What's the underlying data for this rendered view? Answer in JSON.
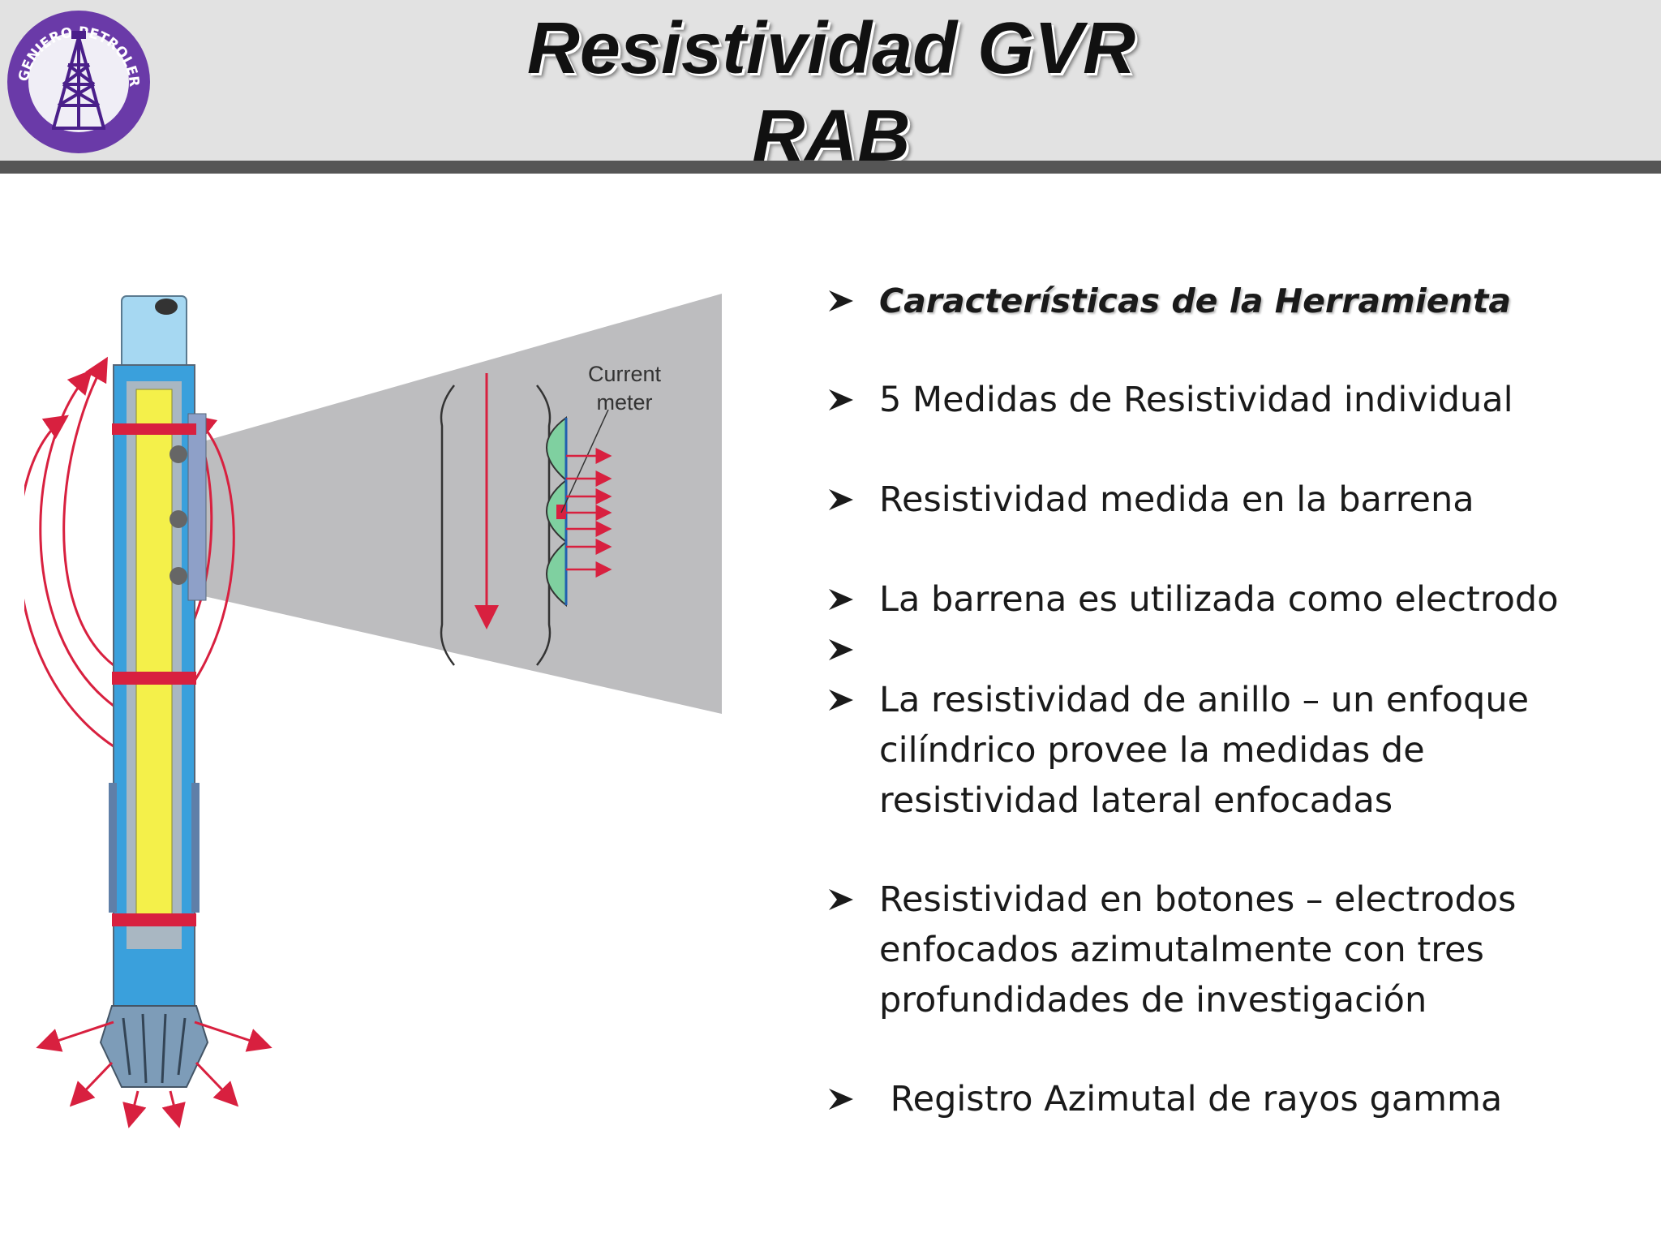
{
  "header": {
    "title_line1": "Resistividad GVR",
    "title_line2": "RAB",
    "logo_text": "INGENIERO PETROLERO"
  },
  "diagram": {
    "label_line1": "Current",
    "label_line2": "meter"
  },
  "bullets": [
    "Características de la Herramienta",
    "5 Medidas de Resistividad individual",
    "Resistividad medida en la barrena",
    "La barrena es utilizada como electrodo",
    "",
    "La resistividad de anillo – un enfoque cilíndrico provee la medidas de resistividad lateral enfocadas",
    "Resistividad en botones – electrodos enfocados azimutalmente con tres profundidades de investigación",
    " Registro Azimutal de rayos gamma"
  ],
  "colors": {
    "header_bg": "#e2e2e2",
    "header_bar": "#555555",
    "logo_purple": "#5b2a9a",
    "arrow_red": "#d8203f",
    "tool_blue": "#4aa8e0",
    "tool_yellow": "#f4f04a"
  }
}
